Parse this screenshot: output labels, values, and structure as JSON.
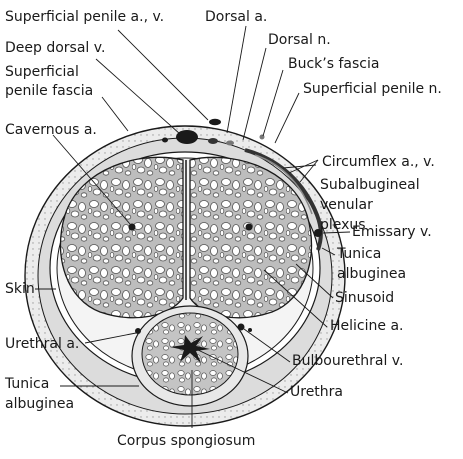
{
  "labels": {
    "superficial_penile_av": "Superficial penile a., v.",
    "dorsal_a": "Dorsal a.",
    "dorsal_n": "Dorsal n.",
    "deep_dorsal_v": "Deep dorsal v.",
    "bucks_fascia": "Buck’s fascia",
    "superficial_penile_fascia_1": "Superficial",
    "superficial_penile_fascia_2": "penile fascia",
    "superficial_penile_n": "Superficial penile n.",
    "cavernous_a": "Cavernous a.",
    "circumflex_av": "Circumflex a., v.",
    "subalbugineal_1": "Subalbugineal",
    "subalbugineal_2": "venular",
    "subalbugineal_3": "plexus",
    "emissary_v": "Emissary v.",
    "tunica_albuginea_right_1": "Tunica",
    "tunica_albuginea_right_2": "albuginea",
    "skin": "Skin",
    "sinusoid": "Sinusoid",
    "helicine_a": "Helicine a.",
    "urethral_a": "Urethral a.",
    "bulbourethral_v": "Bulbourethral v.",
    "tunica_albuginea_left_1": "Tunica",
    "tunica_albuginea_left_2": "albuginea",
    "urethra": "Urethra",
    "corpus_spongiosum": "Corpus spongiosum"
  },
  "colors": {
    "ink": "#1a1a1a",
    "outer_layer": "#e6e6e6",
    "fascia_band": "#d9d9d9",
    "tissue_fill": "#bdbdbd",
    "sinus_fill": "#ffffff",
    "vessel_dark": "#1a1a1a"
  }
}
